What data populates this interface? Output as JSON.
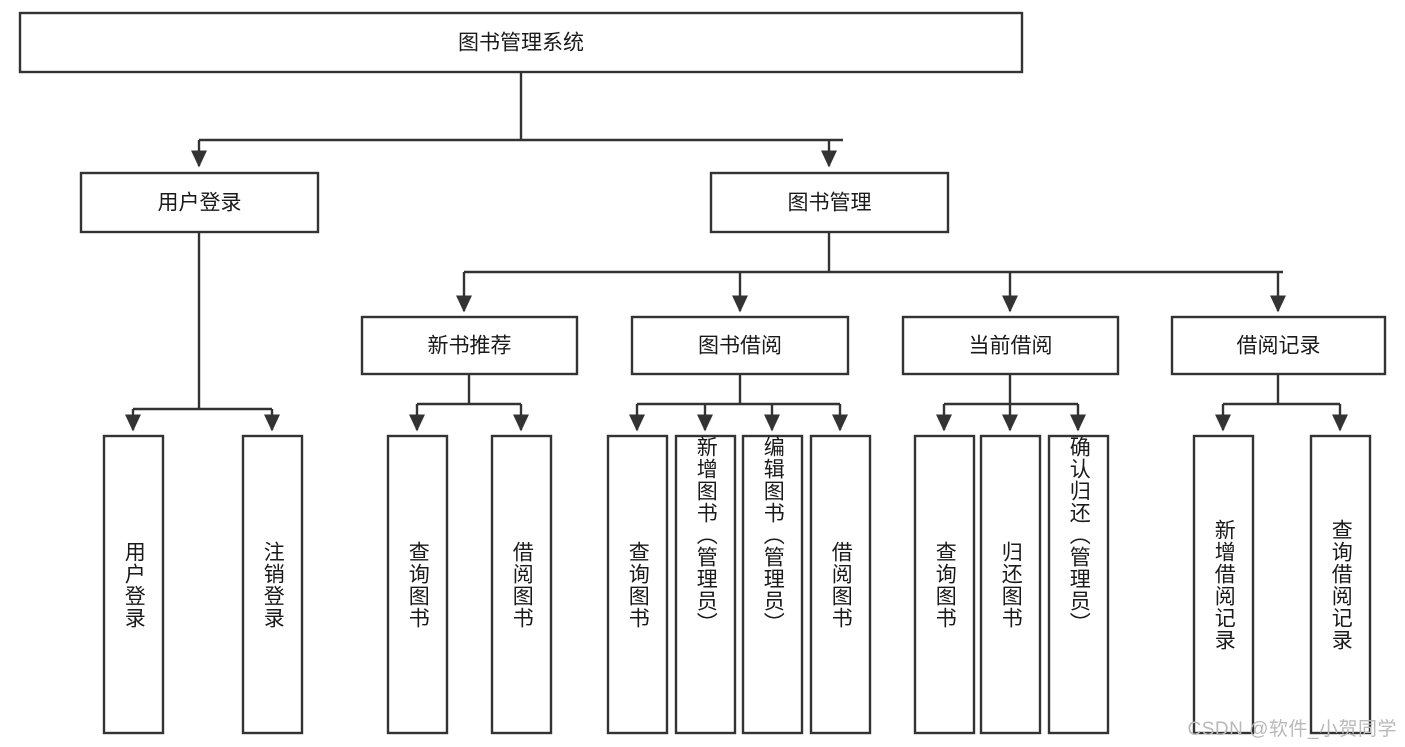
{
  "diagram": {
    "type": "tree-hierarchy",
    "title": "图书管理系统",
    "colors": {
      "stroke": "#333333",
      "box_fill": "#ffffff",
      "text": "#1a1a1a",
      "background": "#ffffff",
      "watermark": "#b9b9b9"
    },
    "root": {
      "label": "图书管理系统"
    },
    "level1": [
      {
        "id": "user-login",
        "label": "用户登录"
      },
      {
        "id": "book-manage",
        "label": "图书管理"
      }
    ],
    "level2": [
      {
        "id": "new-book-rec",
        "label": "新书推荐",
        "parent": "book-manage"
      },
      {
        "id": "book-borrow",
        "label": "图书借阅",
        "parent": "book-manage"
      },
      {
        "id": "current-borrow",
        "label": "当前借阅",
        "parent": "book-manage"
      },
      {
        "id": "borrow-record",
        "label": "借阅记录",
        "parent": "book-manage"
      }
    ],
    "leaves": {
      "user-login": [
        {
          "id": "leaf-user-login",
          "label": "用户登录"
        },
        {
          "id": "leaf-user-logout",
          "label": "注销登录"
        }
      ],
      "new-book-rec": [
        {
          "id": "leaf-query-book-1",
          "label": "查询图书"
        },
        {
          "id": "leaf-borrow-book-1",
          "label": "借阅图书"
        }
      ],
      "book-borrow": [
        {
          "id": "leaf-query-book-2",
          "label": "查询图书"
        },
        {
          "id": "leaf-add-book",
          "label": "新增图书（管理员）"
        },
        {
          "id": "leaf-edit-book",
          "label": "编辑图书（管理员）"
        },
        {
          "id": "leaf-borrow-book-2",
          "label": "借阅图书"
        }
      ],
      "current-borrow": [
        {
          "id": "leaf-query-book-3",
          "label": "查询图书"
        },
        {
          "id": "leaf-return-book",
          "label": "归还图书"
        },
        {
          "id": "leaf-confirm-return",
          "label": "确认归还（管理员）"
        }
      ],
      "borrow-record": [
        {
          "id": "leaf-add-record",
          "label": "新增借阅记录"
        },
        {
          "id": "leaf-query-record",
          "label": "查询借阅记录"
        }
      ]
    }
  },
  "watermark": {
    "text": "CSDN @软件_小贺同学"
  }
}
